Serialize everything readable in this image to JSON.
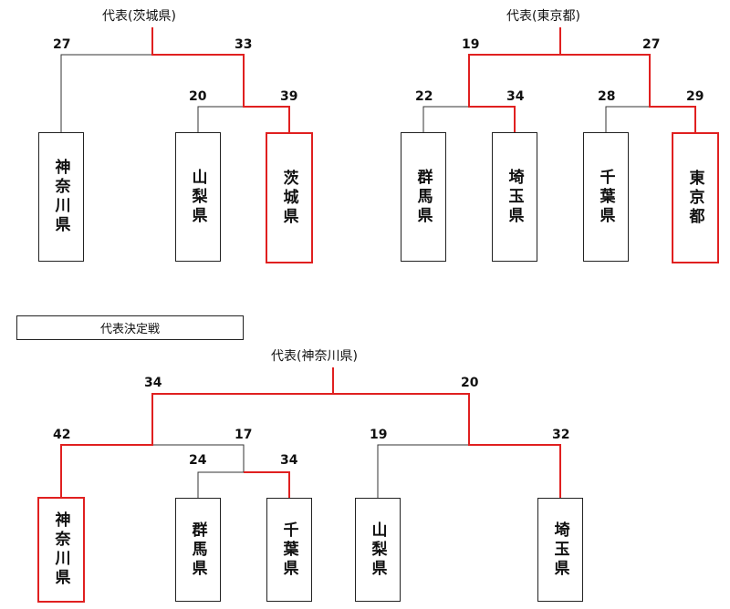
{
  "colors": {
    "winner": "#e02020",
    "line": "#333333"
  },
  "bracket_ibaraki": {
    "champion_label": "代表(茨城県)",
    "scores": {
      "kanagawa": "27",
      "semi_winner": "33",
      "yamanashi": "20",
      "ibaraki": "39"
    },
    "teams": [
      "神奈川県",
      "山梨県",
      "茨城県"
    ]
  },
  "bracket_tokyo": {
    "champion_label": "代表(東京都)",
    "scores": {
      "left_pair": "19",
      "right_pair": "27",
      "gunma": "22",
      "saitama": "34",
      "chiba": "28",
      "tokyo": "29"
    },
    "teams": [
      "群馬県",
      "埼玉県",
      "千葉県",
      "東京都"
    ]
  },
  "final": {
    "section_title": "代表決定戦",
    "champion_label": "代表(神奈川県)",
    "scores": {
      "left_half": "34",
      "right_half": "20",
      "kanagawa": "42",
      "left_pair": "17",
      "gunma": "24",
      "chiba": "34",
      "yamanashi": "19",
      "saitama": "32"
    },
    "teams": [
      "神奈川県",
      "群馬県",
      "千葉県",
      "山梨県",
      "埼玉県"
    ]
  }
}
